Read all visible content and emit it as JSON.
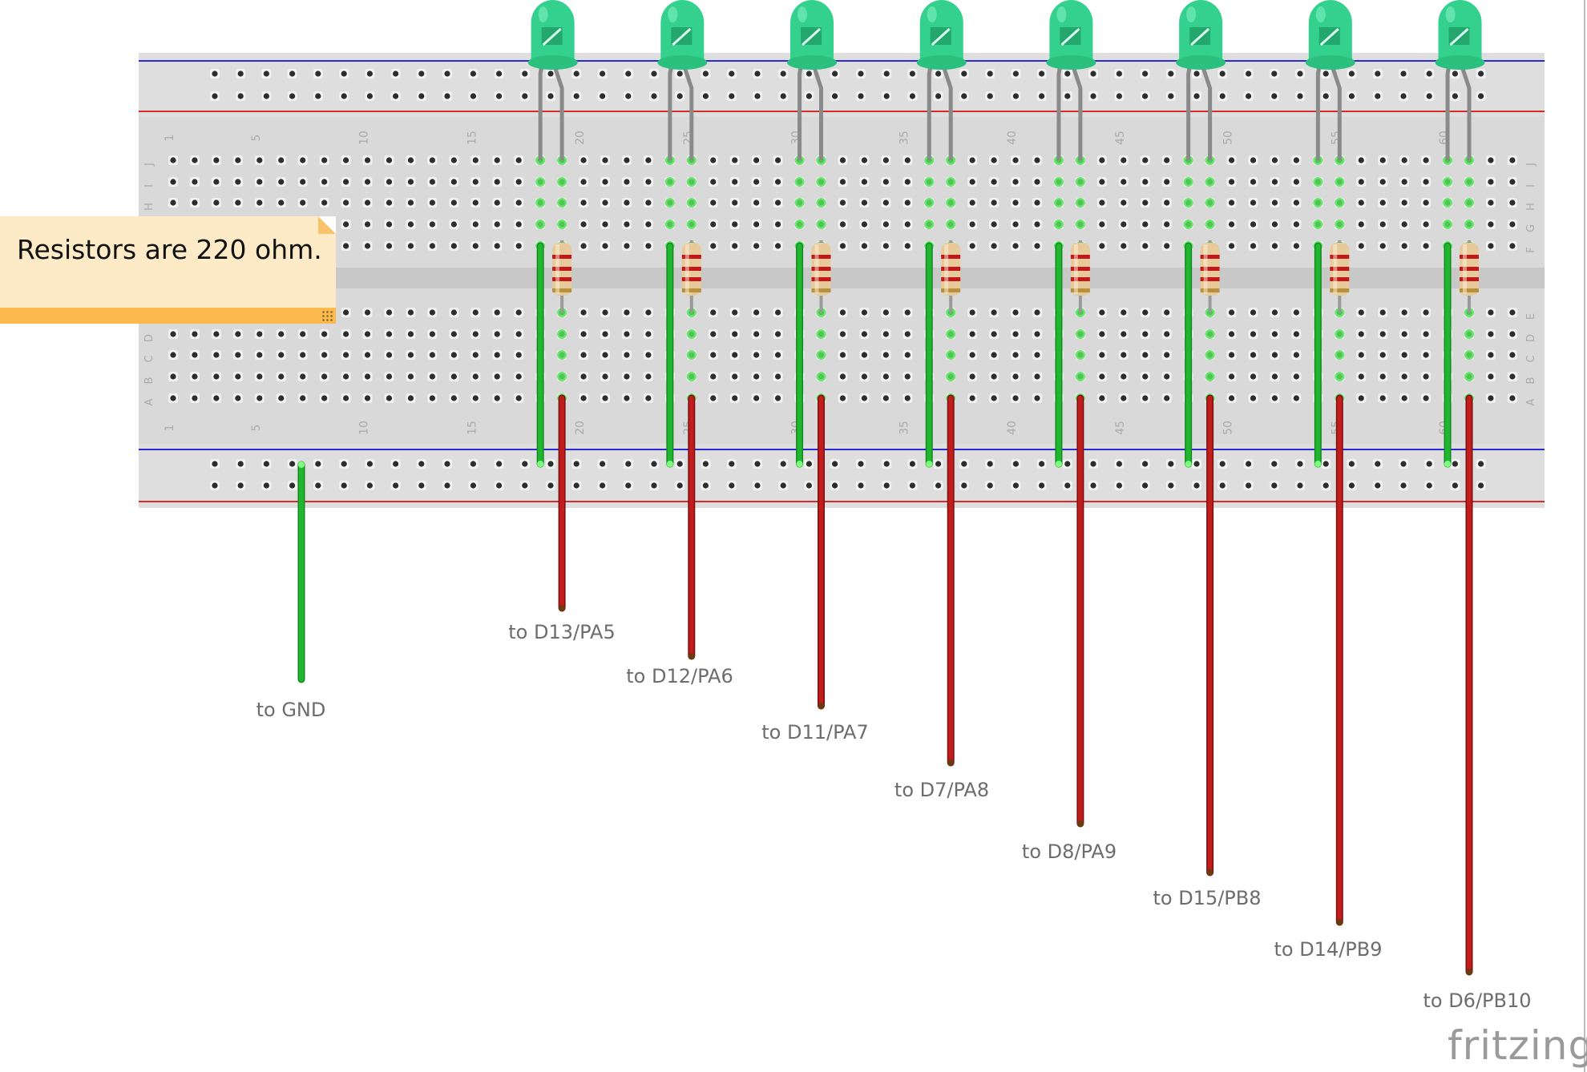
{
  "note": {
    "text": "Resistors are 220 ohm."
  },
  "brand": {
    "text": "fritzing"
  },
  "column_numbers": [
    "1",
    "5",
    "10",
    "15",
    "20",
    "25",
    "30",
    "35",
    "40",
    "45",
    "50",
    "55",
    "60"
  ],
  "row_letters_top": [
    "J",
    "I",
    "H",
    "G",
    "F"
  ],
  "row_letters_bottom": [
    "E",
    "D",
    "C",
    "B",
    "A"
  ],
  "gnd_label": "to GND",
  "connections": [
    {
      "label": "to D13/PA5"
    },
    {
      "label": "to D12/PA6"
    },
    {
      "label": "to D11/PA7"
    },
    {
      "label": "to D7/PA8"
    },
    {
      "label": "to D8/PA9"
    },
    {
      "label": "to D15/PB8"
    },
    {
      "label": "to D14/PB9"
    },
    {
      "label": "to D6/PB10"
    }
  ],
  "colors": {
    "board": "#d9d9d9",
    "rail_blue": "#2b2bd6",
    "rail_red": "#d62b2b",
    "led": "#33d08e",
    "gnd_wire": "#21b630",
    "signal_wire": "#c11d1d",
    "note": "#fdeac6",
    "note_bar": "#fbb94e"
  }
}
